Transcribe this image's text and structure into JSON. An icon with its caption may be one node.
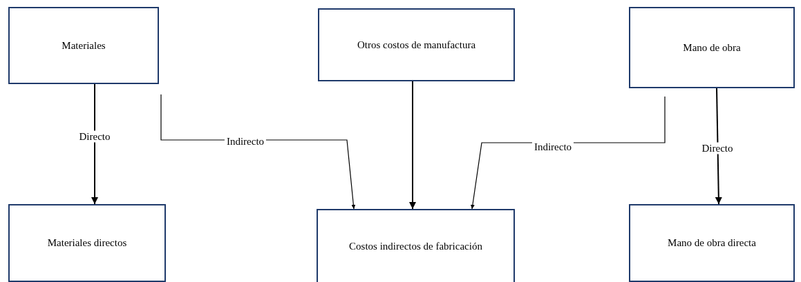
{
  "diagram": {
    "nodes": [
      {
        "text": [
          "Materiales"
        ]
      },
      {
        "text": [
          "Otros costos de manufactura"
        ]
      },
      {
        "text": [
          "Mano de obra"
        ]
      },
      {
        "text": [
          "Materiales directos"
        ]
      },
      {
        "text": [
          "Costos indirectos de fabricación"
        ]
      },
      {
        "text": [
          "Mano de obra directa"
        ]
      }
    ],
    "edges": [
      {
        "from": 0,
        "to": 3,
        "arrow": "to",
        "label": "Directo"
      },
      {
        "from": 0,
        "to": 4,
        "arrow": "to",
        "label": "Indirecto"
      },
      {
        "from": 1,
        "to": 4,
        "arrow": "to"
      },
      {
        "from": 2,
        "to": 4,
        "arrow": "to",
        "label": "Indirecto"
      },
      {
        "from": 2,
        "to": 5,
        "arrow": "to",
        "label": "Directo"
      }
    ]
  }
}
